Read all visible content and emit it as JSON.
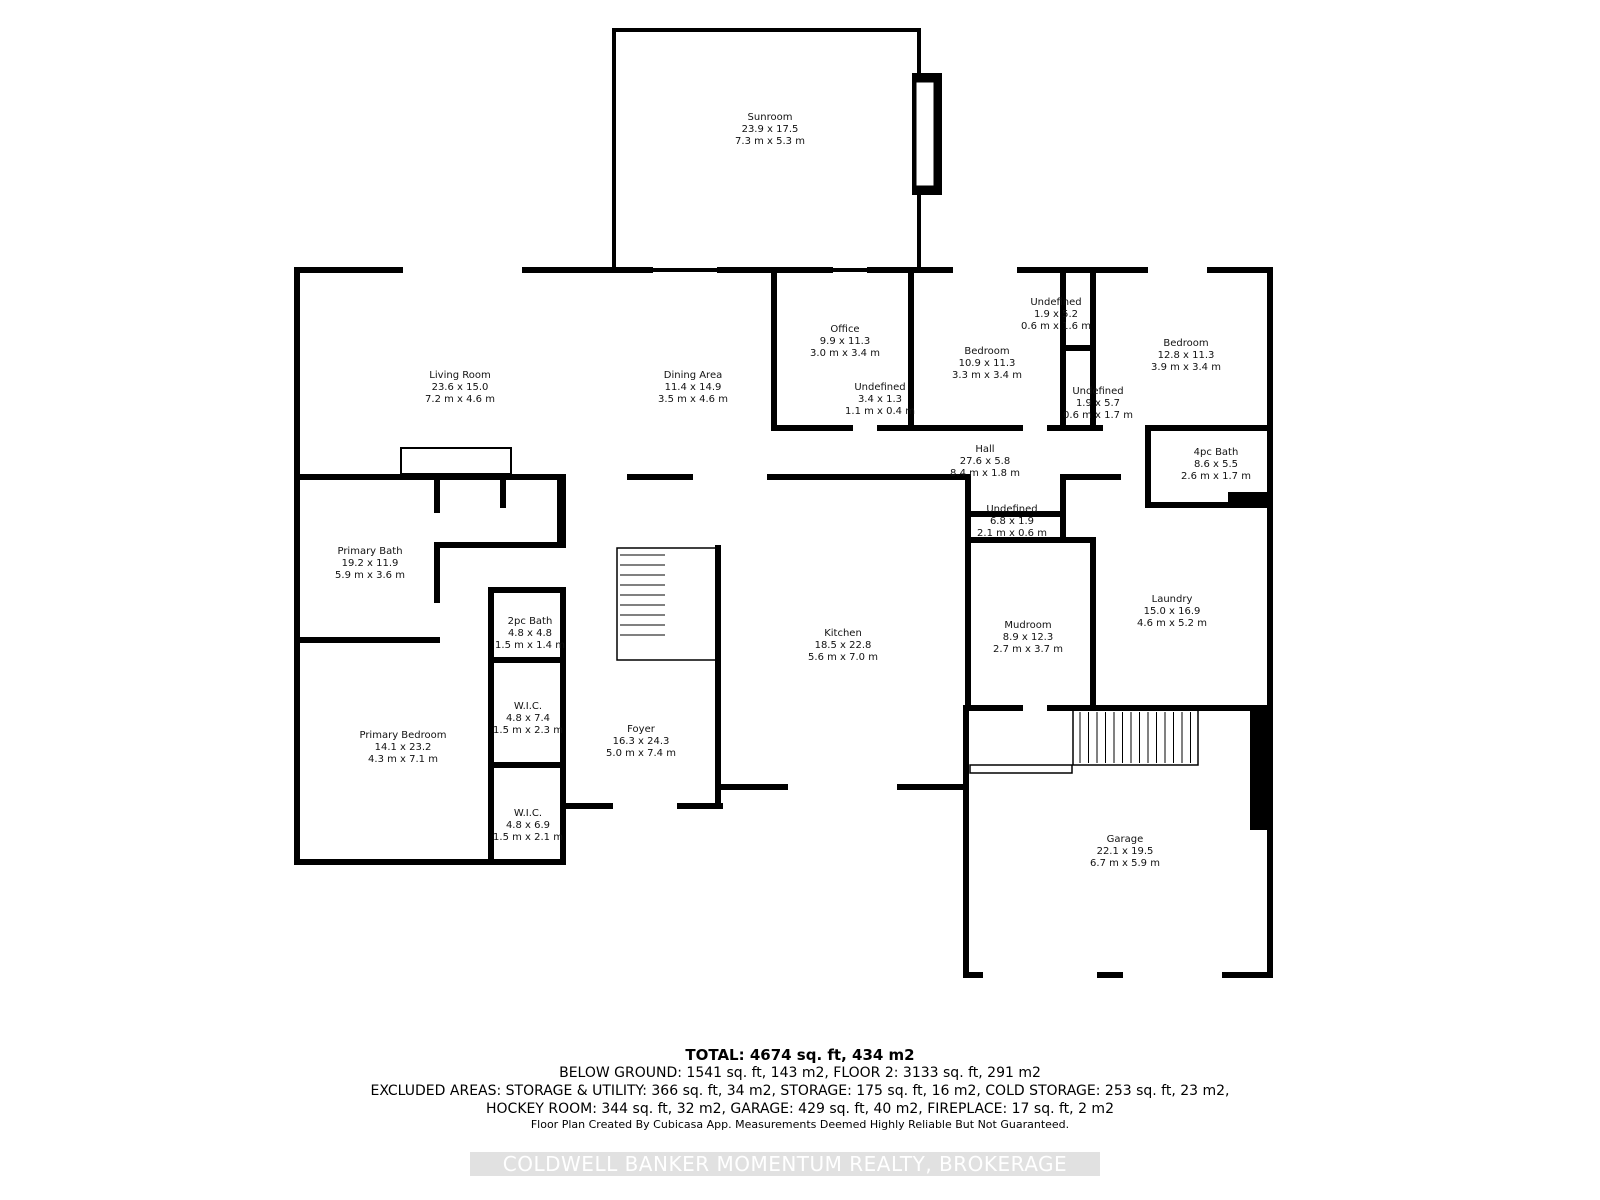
{
  "rooms": [
    {
      "name": "Sunroom",
      "imperial": "23.9 x 17.5",
      "metric": "7.3 m x 5.3 m"
    },
    {
      "name": "Living Room",
      "imperial": "23.6 x 15.0",
      "metric": "7.2 m x 4.6 m"
    },
    {
      "name": "Dining Area",
      "imperial": "11.4 x 14.9",
      "metric": "3.5 m x 4.6 m"
    },
    {
      "name": "Office",
      "imperial": "9.9 x 11.3",
      "metric": "3.0 m x 3.4 m"
    },
    {
      "name": "Undefined",
      "imperial": "3.4 x 1.3",
      "metric": "1.1 m x 0.4 m"
    },
    {
      "name": "Bedroom",
      "imperial": "10.9 x 11.3",
      "metric": "3.3 m x 3.4 m"
    },
    {
      "name": "Undefined",
      "imperial": "1.9 x 5.2",
      "metric": "0.6 m x 1.6 m"
    },
    {
      "name": "Undefined",
      "imperial": "1.9 x 5.7",
      "metric": "0.6 m x 1.7 m"
    },
    {
      "name": "Bedroom",
      "imperial": "12.8 x 11.3",
      "metric": "3.9 m x 3.4 m"
    },
    {
      "name": "Hall",
      "imperial": "27.6 x 5.8",
      "metric": "8.4 m x 1.8 m"
    },
    {
      "name": "4pc Bath",
      "imperial": "8.6 x 5.5",
      "metric": "2.6 m x 1.7 m"
    },
    {
      "name": "Undefined",
      "imperial": "6.8 x 1.9",
      "metric": "2.1 m x 0.6 m"
    },
    {
      "name": "Primary Bath",
      "imperial": "19.2 x 11.9",
      "metric": "5.9 m x 3.6 m"
    },
    {
      "name": "2pc Bath",
      "imperial": "4.8 x 4.8",
      "metric": "1.5 m x 1.4 m"
    },
    {
      "name": "Kitchen",
      "imperial": "18.5 x 22.8",
      "metric": "5.6 m x 7.0 m"
    },
    {
      "name": "Mudroom",
      "imperial": "8.9 x 12.3",
      "metric": "2.7 m x 3.7 m"
    },
    {
      "name": "Laundry",
      "imperial": "15.0 x 16.9",
      "metric": "4.6 m x 5.2 m"
    },
    {
      "name": "W.I.C.",
      "imperial": "4.8 x 7.4",
      "metric": "1.5 m x 2.3 m"
    },
    {
      "name": "Primary Bedroom",
      "imperial": "14.1 x 23.2",
      "metric": "4.3 m x 7.1 m"
    },
    {
      "name": "Foyer",
      "imperial": "16.3 x 24.3",
      "metric": "5.0 m x 7.4 m"
    },
    {
      "name": "W.I.C.",
      "imperial": "4.8 x 6.9",
      "metric": "1.5 m x 2.1 m"
    },
    {
      "name": "Garage",
      "imperial": "22.1 x 19.5",
      "metric": "6.7 m x 5.9 m"
    }
  ],
  "footer": {
    "total": "TOTAL: 4674 sq. ft, 434 m2",
    "line1": "BELOW GROUND: 1541 sq. ft, 143 m2, FLOOR 2: 3133 sq. ft, 291 m2",
    "line2": "EXCLUDED AREAS: STORAGE & UTILITY: 366 sq. ft, 34 m2, STORAGE: 175 sq. ft, 16 m2, COLD STORAGE: 253 sq. ft, 23 m2,",
    "line3": "HOCKEY ROOM: 344 sq. ft, 32 m2, GARAGE: 429 sq. ft, 40 m2, FIREPLACE: 17 sq. ft, 2 m2",
    "credit": "Floor Plan Created By Cubicasa App. Measurements Deemed Highly Reliable But Not Guaranteed."
  },
  "watermark": "COLDWELL BANKER MOMENTUM REALTY, BROKERAGE",
  "colors": {
    "wall": "#000000",
    "window": "#888888"
  }
}
